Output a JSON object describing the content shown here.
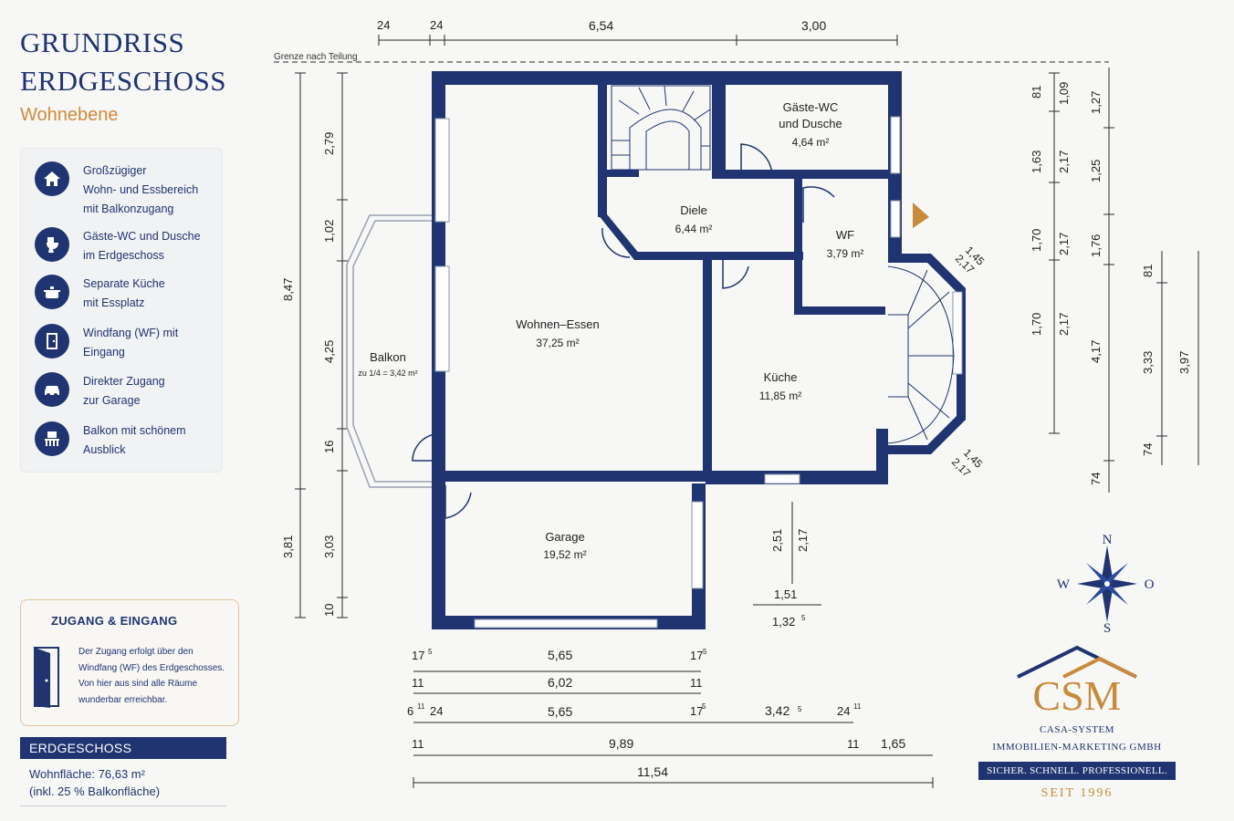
{
  "header": {
    "title_line1": "GRUNDRISS",
    "title_line2": "ERDGESCHOSS",
    "subtitle": "Wohnebene"
  },
  "features": [
    {
      "icon": "house-icon",
      "lines": [
        "Großzügiger",
        "Wohn- und Essbereich",
        "mit Balkonzugang"
      ]
    },
    {
      "icon": "toilet-icon",
      "lines": [
        "Gäste-WC und Dusche",
        "im Erdgeschoss"
      ]
    },
    {
      "icon": "cooking-pot-icon",
      "lines": [
        "Separate Küche",
        "mit Essplatz"
      ]
    },
    {
      "icon": "door-icon",
      "lines": [
        "Windfang (WF) mit",
        "Eingang"
      ]
    },
    {
      "icon": "car-icon",
      "lines": [
        "Direkter Zugang",
        "zur Garage"
      ]
    },
    {
      "icon": "balcony-icon",
      "lines": [
        "Balkon mit schönem",
        "Ausblick"
      ]
    }
  ],
  "zugang": {
    "heading": "ZUGANG & EINGANG",
    "lines": [
      "Der Zugang erfolgt über den",
      "Windfang (WF) des Erdgeschosses.",
      "Von hier aus sind alle Räume",
      "wunderbar erreichbar."
    ]
  },
  "erdgeschoss": {
    "heading": "ERDGESCHOSS",
    "line1": "Wohnfläche: 76,63 m²",
    "line2": "(inkl. 25 % Balkonfläche)"
  },
  "rooms": {
    "gaeste_wc": {
      "name1": "Gäste-WC",
      "name2": "und Dusche",
      "area": "4,64 m²"
    },
    "diele": {
      "name": "Diele",
      "area": "6,44 m²"
    },
    "wf": {
      "name": "WF",
      "area": "3,79 m²"
    },
    "wohnen": {
      "name": "Wohnen–Essen",
      "area": "37,25 m²"
    },
    "kueche": {
      "name": "Küche",
      "area": "11,85 m²"
    },
    "balkon": {
      "name": "Balkon",
      "area": "zu 1/4 = 3,42 m²"
    },
    "garage": {
      "name": "Garage",
      "area": "19,52 m²"
    }
  },
  "boundary_label": "Grenze nach Teilung",
  "dims": {
    "top": [
      "24",
      "24",
      "6,54",
      "3,00"
    ],
    "left_outer": [
      "8,47",
      "3,81"
    ],
    "left_inner": [
      "2,79",
      "1,02",
      "4,25",
      "16",
      "3,03",
      "10"
    ],
    "right_a": [
      "81",
      "1,63",
      "1,70",
      "1,70"
    ],
    "right_b": [
      "1,09",
      "2,17",
      "2,17",
      "2,17"
    ],
    "right_c": [
      "1,27",
      "1,25",
      "1,76",
      "4,17",
      "74"
    ],
    "right_d": [
      "81",
      "3,33",
      "74"
    ],
    "right_e": [
      "3,97"
    ],
    "bay_upper": [
      "1,45",
      "2,17"
    ],
    "bay_lower": [
      "1,45",
      "2,17"
    ],
    "stair_out": [
      "2,51",
      "2,17",
      "1,51",
      "1,32"
    ],
    "bottom_row1": [
      "17",
      "5,65",
      "17"
    ],
    "bottom_row2": [
      "11",
      "6,02",
      "11"
    ],
    "bottom_row3": [
      "6",
      "24",
      "5,65",
      "17",
      "3,42",
      "24"
    ],
    "bottom_row4": [
      "11",
      "9,89",
      "11",
      "1,65"
    ],
    "bottom_row5": [
      "11,54"
    ],
    "superscripts": [
      "5",
      "11"
    ]
  },
  "compass": {
    "n": "N",
    "o": "O",
    "s": "S",
    "w": "W"
  },
  "brand": {
    "logo": "CSM",
    "name1": "CASA-SYSTEM",
    "name2": "IMMOBILIEN-MARKETING GMBH",
    "slogan": "SICHER. SCHNELL. PROFESSIONELL.",
    "since": "SEIT 1996",
    "navy": "#1f3470",
    "gold": "#c98a3c"
  }
}
